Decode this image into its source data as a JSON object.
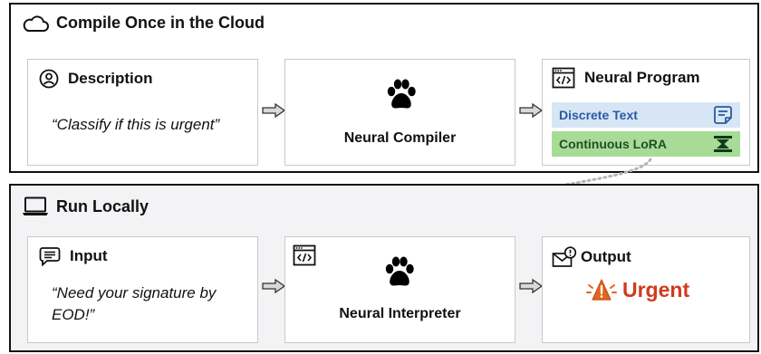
{
  "top_panel": {
    "title": "Compile Once in the Cloud",
    "title_icon": "cloud-icon",
    "description_box": {
      "heading": "Description",
      "icon": "user-circle-icon",
      "text": "“Classify if this is urgent”"
    },
    "compiler_box": {
      "icon": "paw-icon",
      "label": "Neural Compiler"
    },
    "program_box": {
      "heading": "Neural Program",
      "icon": "code-window-icon",
      "bands": [
        {
          "label": "Discrete Text",
          "icon": "document-icon",
          "bg": "#d6e6f5",
          "color": "#2c5aa0"
        },
        {
          "label": "Continuous LoRA",
          "icon": "lora-hourglass-icon",
          "bg": "#a6dc96",
          "color": "#1f4f2a"
        }
      ]
    }
  },
  "bottom_panel": {
    "title": "Run Locally",
    "title_icon": "laptop-icon",
    "input_box": {
      "heading": "Input",
      "icon": "chat-icon",
      "text": "“Need your signature by EOD!”"
    },
    "interpreter_box": {
      "icon": "paw-icon",
      "label": "Neural Interpreter"
    },
    "output_box": {
      "heading": "Output",
      "icon": "mail-alert-icon",
      "result": "Urgent",
      "result_color": "#d03a1c"
    }
  },
  "colors": {
    "dotted_connector": "#b5b5b5",
    "arrow_fill": "#d9d9d9"
  }
}
